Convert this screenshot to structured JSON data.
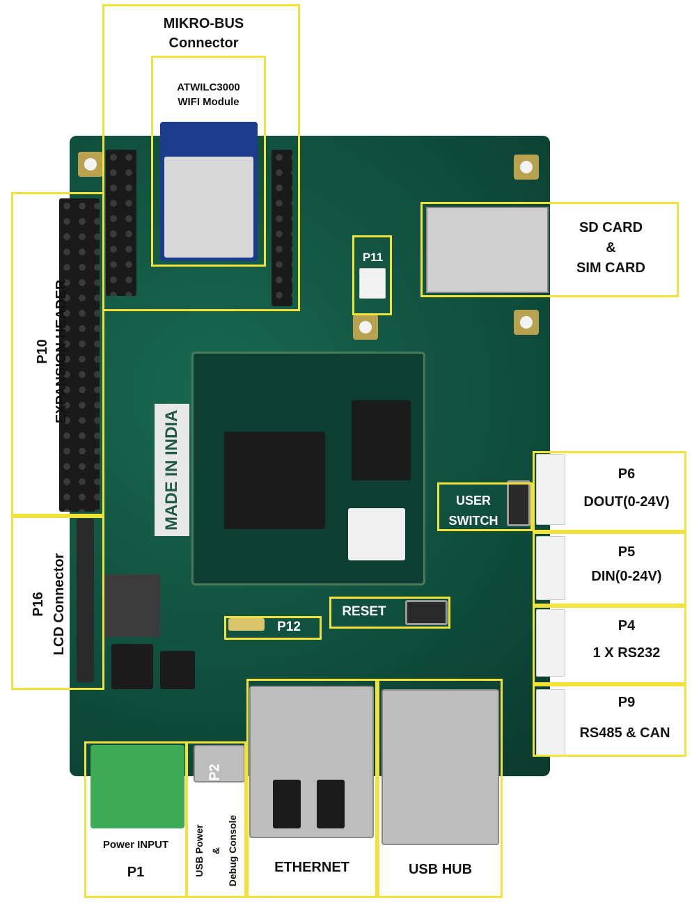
{
  "labels": {
    "mikro_bus": "MIKRO-BUS\nConnector",
    "atwilc": "ATWILC3000\nWIFI Module",
    "sd_sim": "SD CARD\n&\nSIM CARD",
    "p11": "P11",
    "p10": "P10\nEXPANSION HEADER",
    "p16": "P16\nLCD Connector",
    "user_switch": "USER\nSWITCH",
    "p6": "P6",
    "p6_desc": "DOUT(0-24V)",
    "p5": "P5",
    "p5_desc": "DIN(0-24V)",
    "reset": "RESET",
    "p12": "P12",
    "p4": "P4",
    "p4_desc": "1 X RS232",
    "p9": "P9",
    "p9_desc": "RS485 & CAN",
    "power_input": "Power INPUT",
    "p1": "P1",
    "p2": "P2",
    "usb_power": "USB Power\n&\nDebug Console",
    "ethernet": "ETHERNET",
    "usb_hub": "USB HUB",
    "made_in_india": "MADE IN INDIA"
  },
  "colors": {
    "highlight_box": "#f2e23a",
    "board": "#0f4d3c"
  }
}
